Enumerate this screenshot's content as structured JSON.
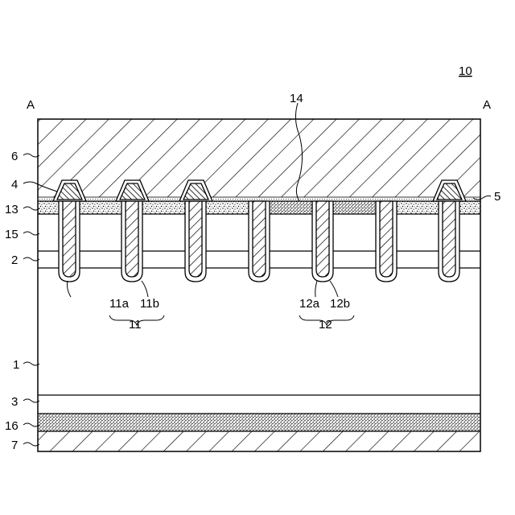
{
  "figure": {
    "ref": "10",
    "section_left": "A",
    "section_right": "A"
  },
  "labels": {
    "l6": "6",
    "l4": "4",
    "l13": "13",
    "l15": "15",
    "l2": "2",
    "l1": "1",
    "l3": "3",
    "l16": "16",
    "l7": "7",
    "l5": "5",
    "l14": "14",
    "l11a": "11a",
    "l11b": "11b",
    "l11": "11",
    "l12a": "12a",
    "l12b": "12b",
    "l12": "12"
  }
}
